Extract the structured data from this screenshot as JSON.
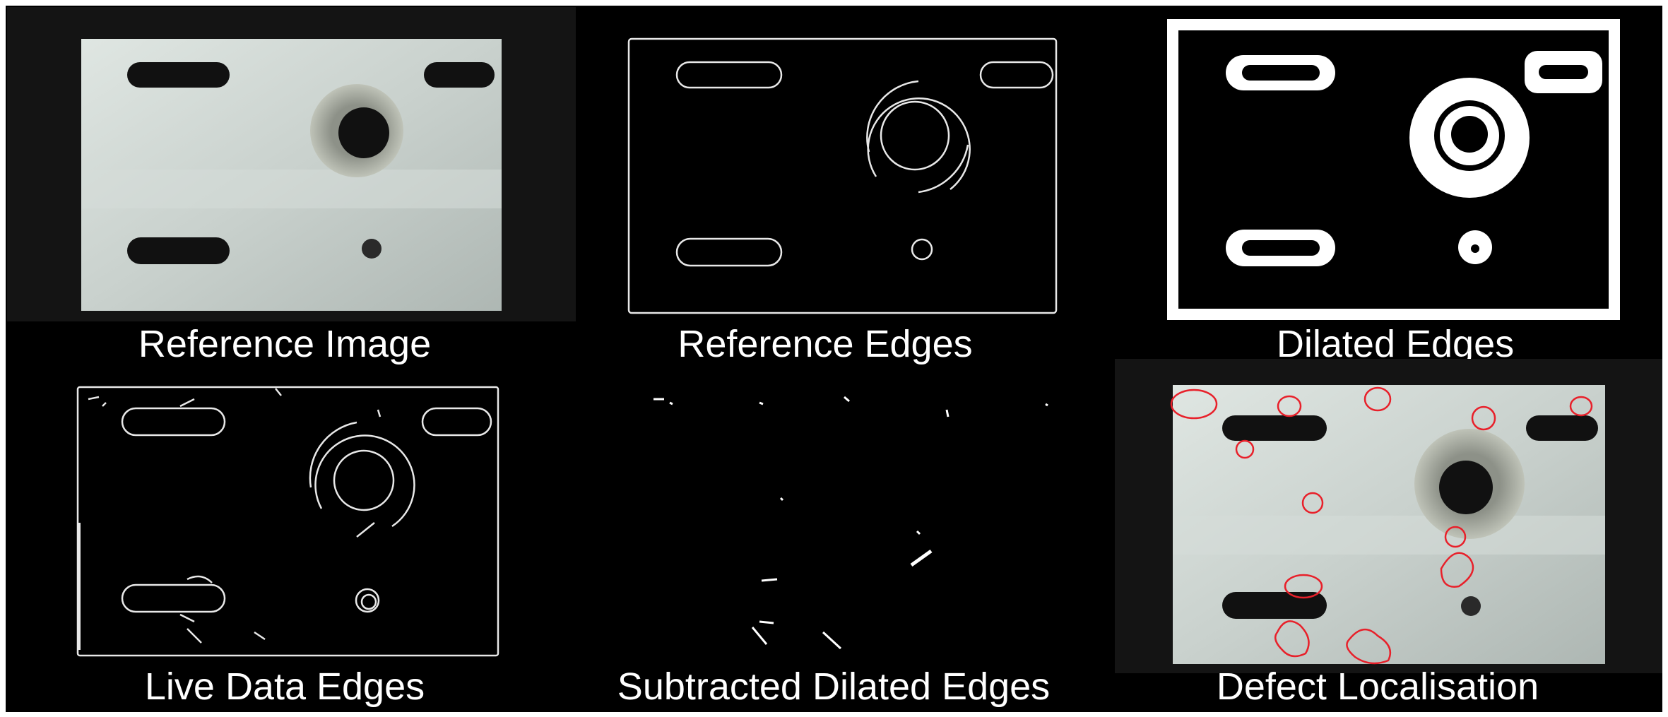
{
  "colors": {
    "background": "#000000",
    "edge": "#e8e8e8",
    "dilated": "#ffffff",
    "plate": "#c8d0cc",
    "defect_outline": "#e8202a"
  },
  "panels": [
    {
      "key": "reference_image",
      "label": "Reference Image"
    },
    {
      "key": "reference_edges",
      "label": "Reference Edges"
    },
    {
      "key": "dilated_edges",
      "label": "Dilated Edges"
    },
    {
      "key": "live_data_edges",
      "label": "Live Data Edges"
    },
    {
      "key": "subtracted_dilated_edges",
      "label": "Subtracted Dilated Edges"
    },
    {
      "key": "defect_localisation",
      "label": "Defect Localisation"
    }
  ]
}
